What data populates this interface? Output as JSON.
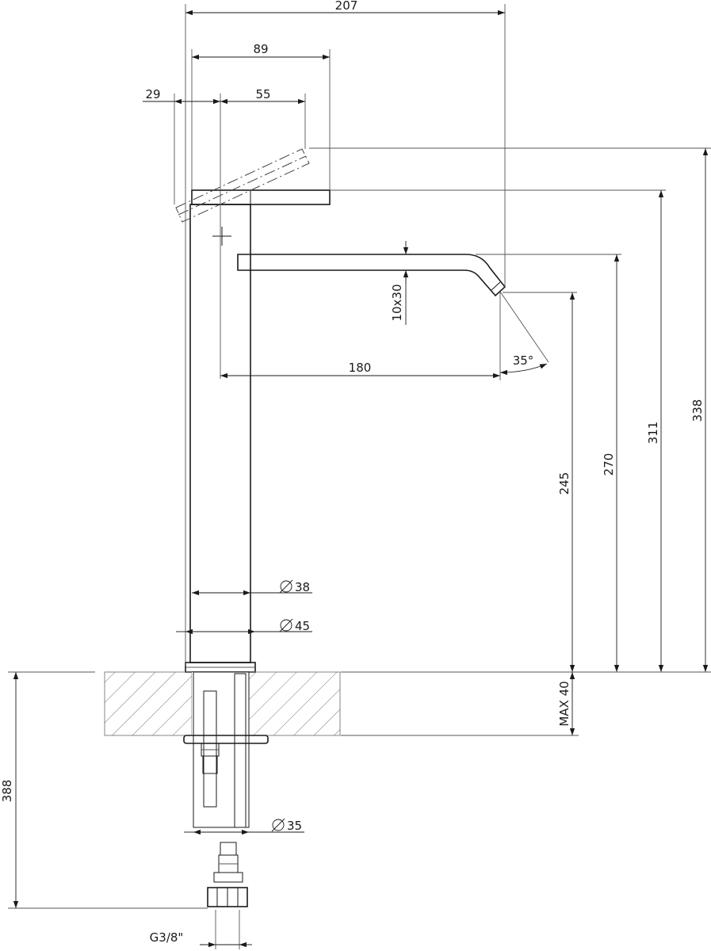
{
  "dimensions": {
    "total_width": "207",
    "lever_length": "89",
    "lever_tilt_offset": "29",
    "lever_tilt_length": "55",
    "spout_reach": "180",
    "spout_section": "10x30",
    "spout_angle": "35°",
    "height_lever_raised": "338",
    "height_lever": "311",
    "height_spout_top": "270",
    "height_outlet": "245",
    "deck_thickness": "MAX 40",
    "body_diameter": "38",
    "base_diameter": "45",
    "shank_diameter": "35",
    "below_deck_length": "388",
    "connection_thread": "G3/8\""
  },
  "symbols": {
    "diameter": "diameter-symbol",
    "arrowhead": "arrowhead"
  },
  "colors": {
    "line": "#1a1a1a",
    "background": "#ffffff"
  }
}
